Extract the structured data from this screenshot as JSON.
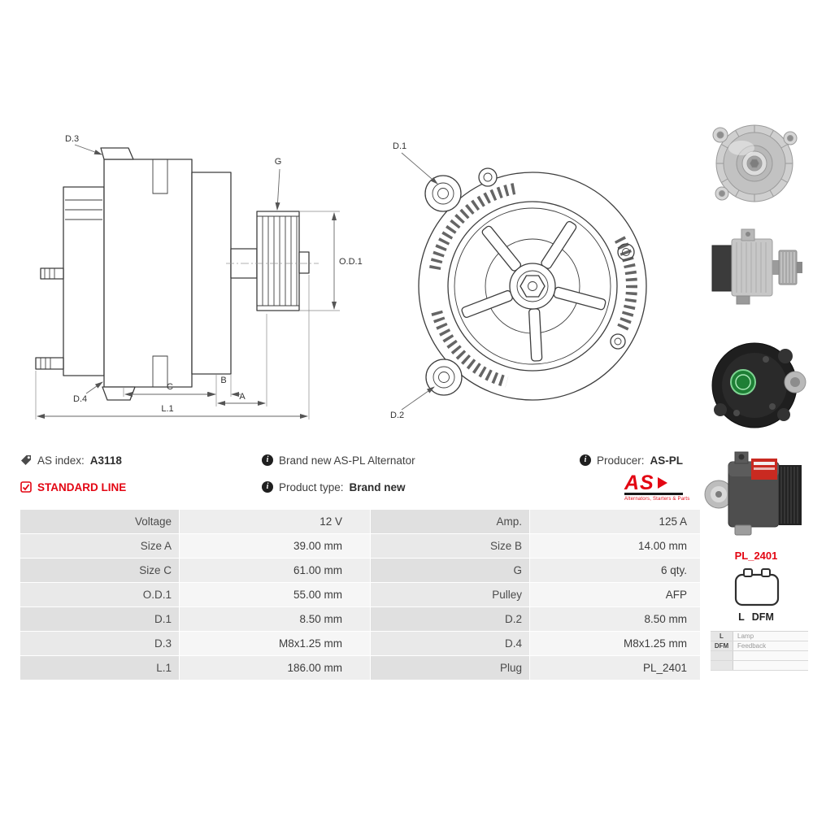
{
  "diagram": {
    "side_labels": {
      "d3": "D.3",
      "d4": "D.4",
      "g": "G",
      "od1": "O.D.1",
      "c": "C",
      "b": "B",
      "a": "A",
      "l1": "L.1"
    },
    "front_labels": {
      "d1": "D.1",
      "d2": "D.2"
    }
  },
  "icons": {
    "info_glyph": "i"
  },
  "info": {
    "as_index": {
      "label": "AS index:",
      "value": "A3118"
    },
    "standard_line": "STANDARD LINE",
    "description": "Brand new AS-PL Alternator",
    "product_type": {
      "label": "Product type:",
      "value": "Brand new"
    },
    "producer": {
      "label": "Producer:",
      "value": "AS-PL"
    },
    "logo": {
      "text": "AS",
      "tagline": "Alternators, Starters & Parts"
    }
  },
  "specs": {
    "rows": [
      {
        "l1": "Voltage",
        "v1": "12 V",
        "l2": "Amp.",
        "v2": "125 A"
      },
      {
        "l1": "Size A",
        "v1": "39.00 mm",
        "l2": "Size B",
        "v2": "14.00 mm"
      },
      {
        "l1": "Size C",
        "v1": "61.00 mm",
        "l2": "G",
        "v2": "6 qty."
      },
      {
        "l1": "O.D.1",
        "v1": "55.00 mm",
        "l2": "Pulley",
        "v2": "AFP"
      },
      {
        "l1": "D.1",
        "v1": "8.50 mm",
        "l2": "D.2",
        "v2": "8.50 mm"
      },
      {
        "l1": "D.3",
        "v1": "M8x1.25 mm",
        "l2": "D.4",
        "v2": "M8x1.25 mm"
      },
      {
        "l1": "L.1",
        "v1": "186.00 mm",
        "l2": "Plug",
        "v2": "PL_2401"
      }
    ]
  },
  "sidebar": {
    "plug_code": "PL_2401",
    "pins": [
      "L",
      "DFM"
    ],
    "legend": [
      {
        "key": "L",
        "desc": "Lamp"
      },
      {
        "key": "DFM",
        "desc": "Feedback"
      },
      {
        "key": "",
        "desc": ""
      },
      {
        "key": "",
        "desc": ""
      }
    ]
  },
  "colors": {
    "accent_red": "#e30613",
    "drawing_line": "#3d3d3d"
  }
}
